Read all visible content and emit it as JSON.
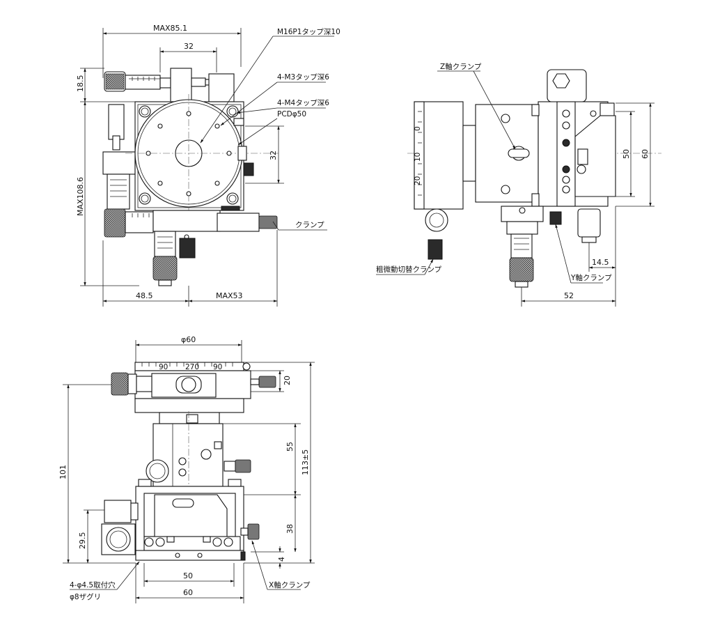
{
  "top_view": {
    "dim_width_max": "MAX85.1",
    "dim_32_top": "32",
    "dim_18_5": "18.5",
    "dim_height_max": "MAX108.6",
    "dim_48_5": "48.5",
    "dim_max53": "MAX53",
    "dim_32_right": "32",
    "note_m16": "M16P1タップ深10",
    "note_m3": "4-M3タップ深6",
    "note_m4": "4-M4タップ深6",
    "note_pcd": "PCDφ50",
    "note_clamp": "クランプ"
  },
  "side_view": {
    "note_z_clamp": "Z軸クランプ",
    "note_coarse_fine": "粗微動切替クランプ",
    "note_y_clamp": "Y軸クランプ",
    "dim_50": "50",
    "dim_60": "60",
    "dim_14_5": "14.5",
    "dim_52": "52",
    "scale_labels": [
      "0",
      "10",
      "20"
    ]
  },
  "front_view": {
    "dim_phi60": "φ60",
    "dim_20": "20",
    "dim_55": "55",
    "dim_113": "113±5",
    "dim_101": "101",
    "dim_29_5": "29.5",
    "dim_38": "38",
    "dim_4": "4",
    "dim_50": "50",
    "dim_60": "60",
    "note_holes_1": "4-φ4.5取付穴",
    "note_holes_2": "φ8ザグリ",
    "note_x_clamp": "X軸クランプ",
    "scale_labels": [
      "90",
      "270",
      "90"
    ]
  }
}
